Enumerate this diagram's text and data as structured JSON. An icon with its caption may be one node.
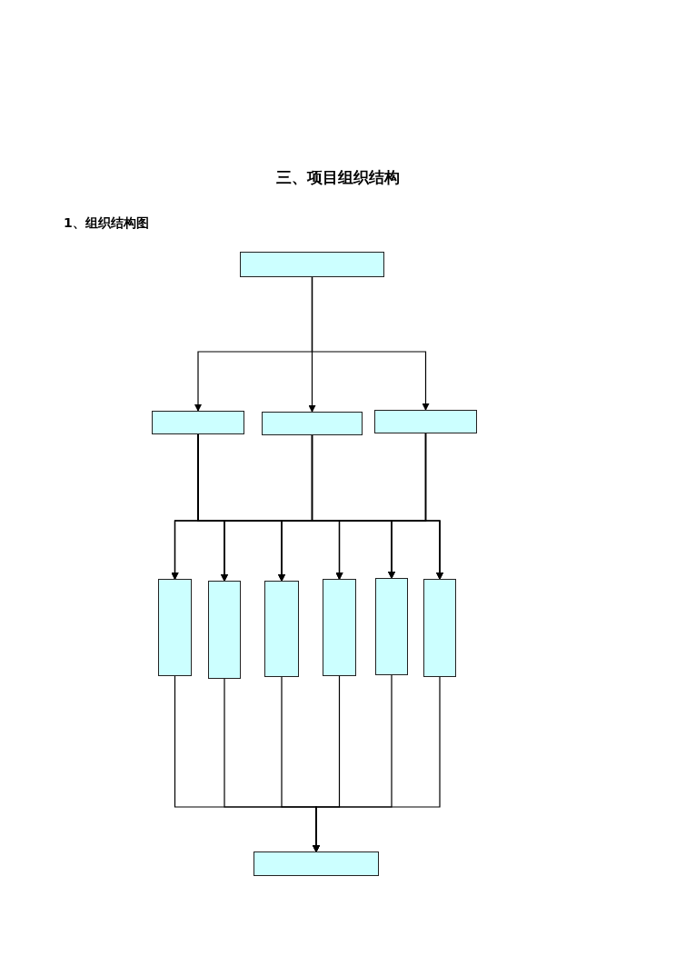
{
  "diagram": {
    "title": "三、项目组织结构",
    "nodes": [
      {
        "text": [],
        "shape": "box"
      },
      {
        "text": [],
        "shape": "box"
      },
      {
        "text": [],
        "shape": "box"
      },
      {
        "text": [],
        "shape": "box"
      },
      {
        "text": [],
        "shape": "box"
      },
      {
        "text": [],
        "shape": "box"
      },
      {
        "text": [],
        "shape": "box"
      },
      {
        "text": [],
        "shape": "box"
      },
      {
        "text": [],
        "shape": "box"
      },
      {
        "text": [],
        "shape": "box"
      },
      {
        "text": [],
        "shape": "box"
      }
    ],
    "edges": [
      {
        "from": 0,
        "to": 1,
        "arrow": "to"
      },
      {
        "from": 0,
        "to": 2,
        "arrow": "to"
      },
      {
        "from": 0,
        "to": 3,
        "arrow": "to"
      },
      {
        "from": 1,
        "to": 4,
        "arrow": "to"
      },
      {
        "from": 1,
        "to": 5,
        "arrow": "to"
      },
      {
        "from": 1,
        "to": 6,
        "arrow": "to"
      },
      {
        "from": 1,
        "to": 7,
        "arrow": "to"
      },
      {
        "from": 1,
        "to": 8,
        "arrow": "to"
      },
      {
        "from": 1,
        "to": 9,
        "arrow": "to"
      },
      {
        "from": 2,
        "to": 4,
        "arrow": "to"
      },
      {
        "from": 2,
        "to": 5,
        "arrow": "to"
      },
      {
        "from": 2,
        "to": 6,
        "arrow": "to"
      },
      {
        "from": 2,
        "to": 7,
        "arrow": "to"
      },
      {
        "from": 2,
        "to": 8,
        "arrow": "to"
      },
      {
        "from": 2,
        "to": 9,
        "arrow": "to"
      },
      {
        "from": 3,
        "to": 4,
        "arrow": "to"
      },
      {
        "from": 3,
        "to": 5,
        "arrow": "to"
      },
      {
        "from": 3,
        "to": 6,
        "arrow": "to"
      },
      {
        "from": 3,
        "to": 7,
        "arrow": "to"
      },
      {
        "from": 3,
        "to": 8,
        "arrow": "to"
      },
      {
        "from": 3,
        "to": 9,
        "arrow": "to"
      },
      {
        "from": 4,
        "to": 10,
        "arrow": "to"
      },
      {
        "from": 5,
        "to": 10,
        "arrow": "to"
      },
      {
        "from": 6,
        "to": 10,
        "arrow": "to"
      },
      {
        "from": 7,
        "to": 10,
        "arrow": "to"
      },
      {
        "from": 8,
        "to": 10,
        "arrow": "to"
      },
      {
        "from": 9,
        "to": 10,
        "arrow": "to"
      }
    ],
    "labels": [
      "1、组织结构图"
    ]
  }
}
